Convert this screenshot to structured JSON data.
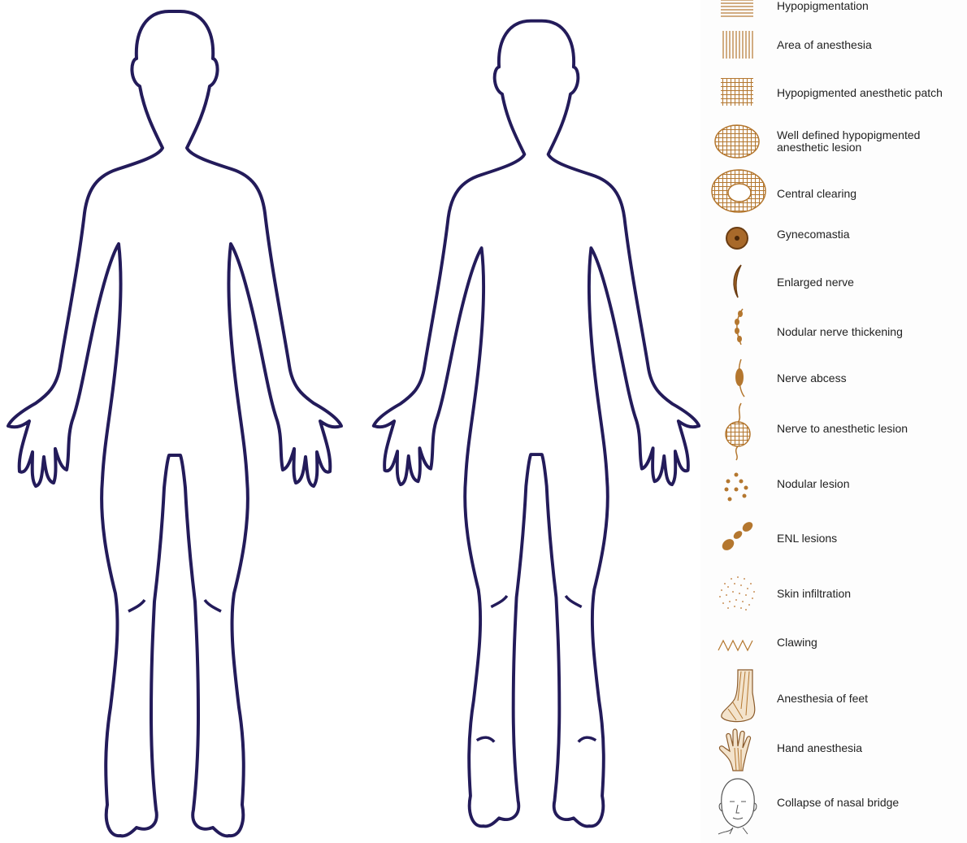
{
  "colors": {
    "outline": "#231b5a",
    "legend_brown": "#b4772f",
    "legend_dark": "#7a4a1a"
  },
  "figures": [
    {
      "view": "front"
    },
    {
      "view": "back"
    }
  ],
  "legend": [
    {
      "icon": "horizontal-lines-patch-icon",
      "label": "Hypopigmentation"
    },
    {
      "icon": "vertical-lines-patch-icon",
      "label": "Area of anesthesia"
    },
    {
      "icon": "crosshatch-patch-icon",
      "label": "Hypopigmented anesthetic patch"
    },
    {
      "icon": "crosshatch-oval-icon",
      "label": "Well defined hypopigmented anesthetic lesion"
    },
    {
      "icon": "crosshatch-ring-icon",
      "label": "Central clearing"
    },
    {
      "icon": "brown-dot-icon",
      "label": "Gynecomastia"
    },
    {
      "icon": "curved-nerve-icon",
      "label": "Enlarged nerve"
    },
    {
      "icon": "beaded-nerve-icon",
      "label": "Nodular nerve thickening"
    },
    {
      "icon": "nerve-swelling-icon",
      "label": "Nerve abcess"
    },
    {
      "icon": "nerve-to-lesion-icon",
      "label": "Nerve to anesthetic lesion"
    },
    {
      "icon": "scattered-dots-icon",
      "label": "Nodular lesion"
    },
    {
      "icon": "oval-spots-icon",
      "label": "ENL lesions"
    },
    {
      "icon": "stippled-patch-icon",
      "label": "Skin infiltration"
    },
    {
      "icon": "wavy-line-icon",
      "label": "Clawing"
    },
    {
      "icon": "striped-foot-icon",
      "label": "Anesthesia of feet"
    },
    {
      "icon": "striped-hand-icon",
      "label": "Hand anesthesia"
    },
    {
      "icon": "face-icon",
      "label": "Collapse of nasal bridge"
    }
  ]
}
